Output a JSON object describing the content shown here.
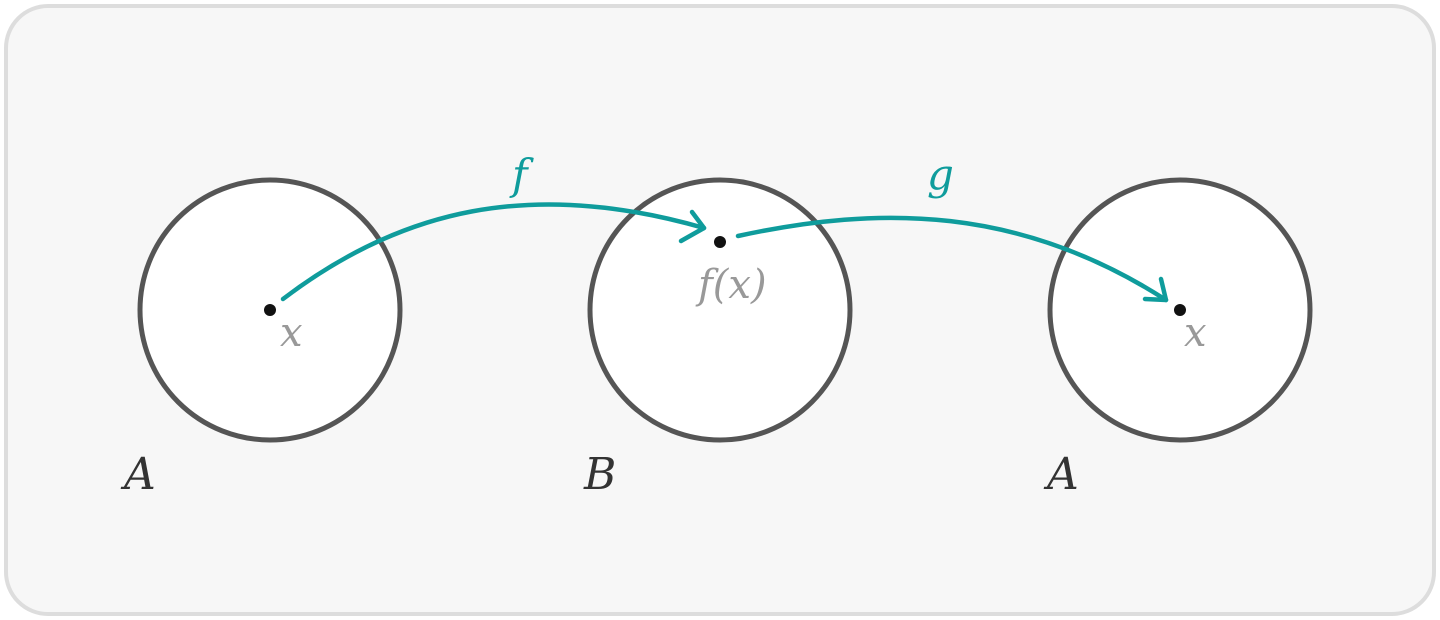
{
  "diagram": {
    "sets": [
      {
        "label": "A",
        "element": "x"
      },
      {
        "label": "B",
        "element": "f(x)"
      },
      {
        "label": "A",
        "element": "x"
      }
    ],
    "maps": [
      {
        "label": "f",
        "from": "A",
        "to": "B"
      },
      {
        "label": "g",
        "from": "B",
        "to": "A"
      }
    ],
    "colors": {
      "arrow": "#0f9c9c",
      "circle_stroke": "#555555",
      "element_label": "#999999",
      "set_label": "#333333",
      "panel_background": "#f7f7f7"
    }
  }
}
